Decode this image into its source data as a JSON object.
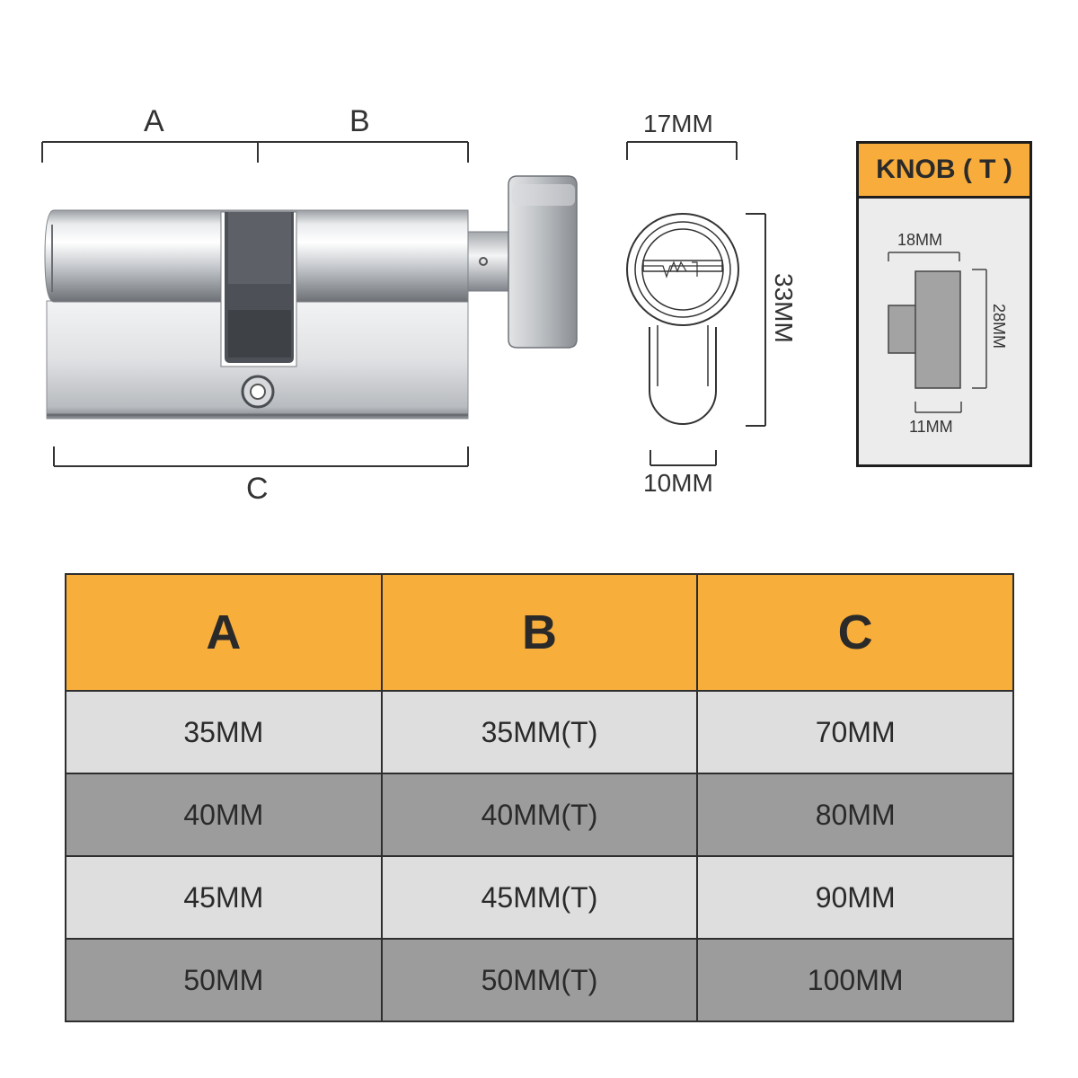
{
  "labels": {
    "a": "A",
    "b": "B",
    "c": "C",
    "width_17": "17MM",
    "height_33": "33MM",
    "width_10": "10MM"
  },
  "knob": {
    "title": "KNOB ( T )",
    "dim_top": "18MM",
    "dim_right": "28MM",
    "dim_bottom": "11MM"
  },
  "size_table": {
    "headers": [
      "A",
      "B",
      "C"
    ],
    "rows": [
      [
        "35MM",
        "35MM(T)",
        "70MM"
      ],
      [
        "40MM",
        "40MM(T)",
        "80MM"
      ],
      [
        "45MM",
        "45MM(T)",
        "90MM"
      ],
      [
        "50MM",
        "50MM(T)",
        "100MM"
      ]
    ]
  },
  "colors": {
    "accent_orange": "#f8ae3b",
    "row_light": "#dedede",
    "row_dark": "#9c9c9c",
    "cylinder_dark_band": "#555a60"
  }
}
